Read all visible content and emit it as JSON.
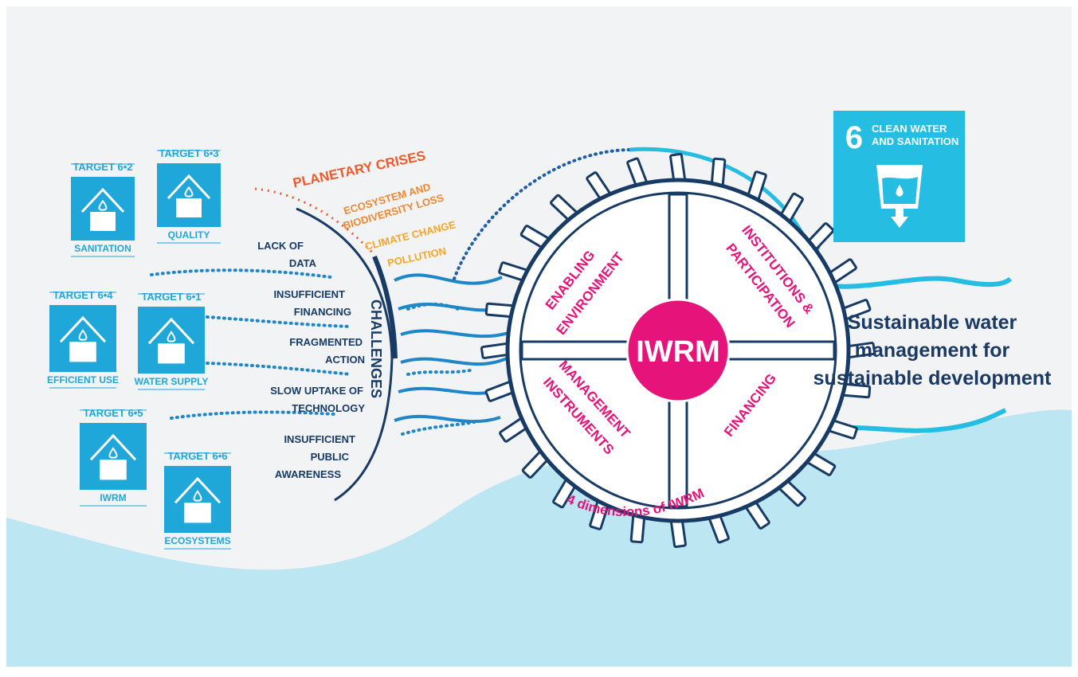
{
  "targets": [
    {
      "id": "t62",
      "label": "TARGET 6•2",
      "caption": "SANITATION",
      "icon": "sanitation-icon"
    },
    {
      "id": "t63",
      "label": "TARGET 6•3",
      "caption": "QUALITY",
      "icon": "water-quality-icon"
    },
    {
      "id": "t64",
      "label": "TARGET 6•4",
      "caption": "EFFICIENT USE",
      "icon": "efficient-use-icon"
    },
    {
      "id": "t61",
      "label": "TARGET 6•1",
      "caption": "WATER SUPPLY",
      "icon": "water-supply-icon"
    },
    {
      "id": "t65",
      "label": "TARGET 6•5",
      "caption": "IWRM",
      "icon": "iwrm-target-icon"
    },
    {
      "id": "t66",
      "label": "TARGET 6•6",
      "caption": "ECOSYSTEMS",
      "icon": "ecosystems-icon"
    }
  ],
  "planetary_crises": {
    "title": "PLANETARY CRISES",
    "items": [
      "ECOSYSTEM AND",
      "BIODIVERSITY LOSS",
      "CLIMATE CHANGE",
      "POLLUTION"
    ]
  },
  "challenges": {
    "title": "CHALLENGES",
    "items": [
      [
        "LACK OF",
        "DATA"
      ],
      [
        "INSUFFICIENT",
        "FINANCING"
      ],
      [
        "FRAGMENTED",
        "ACTION"
      ],
      [
        "SLOW UPTAKE OF",
        "TECHNOLOGY"
      ],
      [
        "INSUFFICIENT",
        "PUBLIC",
        "AWARENESS"
      ]
    ]
  },
  "iwrm": {
    "center": "IWRM",
    "dimensions": [
      "ENABLING",
      "ENVIRONMENT",
      "INSTITUTIONS &",
      "PARTICIPATION",
      "MANAGEMENT",
      "INSTRUMENTS",
      "FINANCING"
    ],
    "caption": "4 dimensions of IWRM"
  },
  "sdg": {
    "number": "6",
    "line1": "CLEAN WATER",
    "line2": "AND SANITATION",
    "icon": "water-glass-icon"
  },
  "headline": [
    "Sustainable water",
    "management for",
    "sustainable development"
  ],
  "colors": {
    "navy": "#173b64",
    "sdg_blue": "#26bde2",
    "tile_blue": "#1fa7d9",
    "magenta": "#e5137a",
    "orange_red": "#ef5a28",
    "orange": "#f0862d",
    "amber": "#f6a623",
    "light_water": "#bde6f3",
    "bg": "#f2f3f5"
  }
}
